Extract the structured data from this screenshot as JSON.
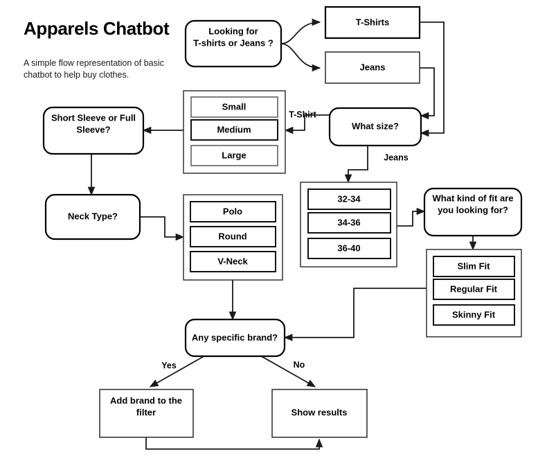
{
  "header": {
    "title": "Apparels Chatbot",
    "subtitle": "A simple flow representation of basic chatbot to help buy clothes."
  },
  "nodes": {
    "start": "Looking for T-shirts or Jeans ?",
    "tshirts": "T-Shirts",
    "jeans": "Jeans",
    "what_size": "What size?",
    "sleeve": "Short Sleeve or Full Sleeve?",
    "neck_type": "Neck Type?",
    "fit_question": "What kind of fit are you looking for?",
    "brand_question": "Any specific brand?",
    "add_brand": "Add brand to the filter",
    "show_results": "Show results"
  },
  "option_groups": {
    "tshirt_sizes": [
      "Small",
      "Medium",
      "Large"
    ],
    "neck_types": [
      "Polo",
      "Round",
      "V-Neck"
    ],
    "jeans_sizes": [
      "32-34",
      "34-36",
      "36-40"
    ],
    "fits": [
      "Slim Fit",
      "Regular Fit",
      "Skinny Fit"
    ]
  },
  "edge_labels": {
    "tshirt": "T-Shirt",
    "jeans": "Jeans",
    "yes": "Yes",
    "no": "No"
  },
  "colors": {
    "stroke": "#1a1a1a",
    "background": "#ffffff",
    "text": "#000000"
  }
}
